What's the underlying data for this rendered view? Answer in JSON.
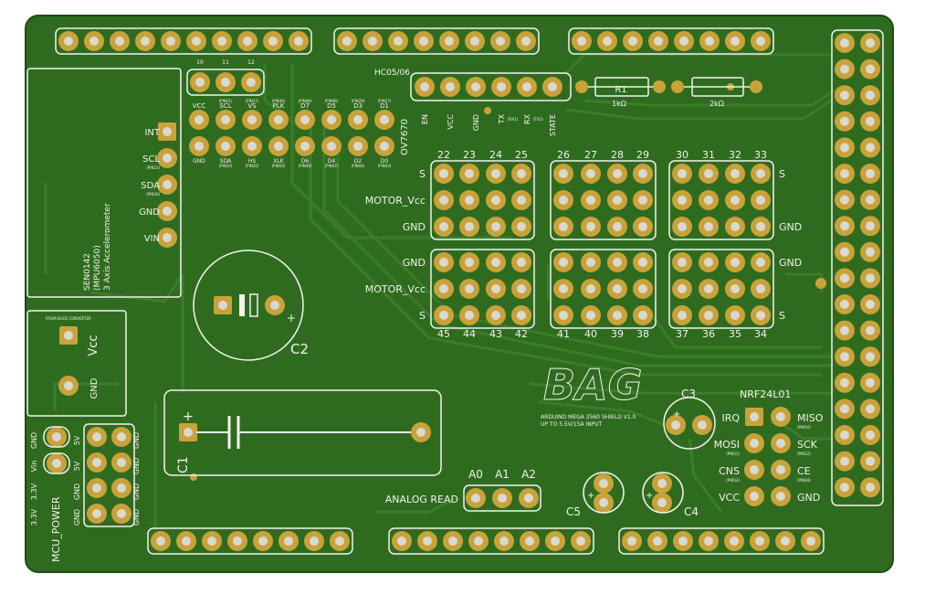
{
  "colors": {
    "board": "#2f6b1f",
    "copper": "#c9a23a",
    "silk": "#f2f2ee",
    "trace": "#3b7d28"
  },
  "modules": {
    "accel_lines": [
      "SEN0142",
      "(MPU6050)",
      "3 Axis Accelerometer"
    ],
    "accel_pins": [
      "INT",
      "SCL",
      "SDA",
      "GND",
      "VIN"
    ],
    "accel_pin_subs": [
      "",
      "(PIN21)",
      "(PIN20)",
      "",
      ""
    ],
    "camera_label": "OV7670",
    "camera_top": [
      "VCC",
      "SCL",
      "VS",
      "PLK",
      "D7",
      "D5",
      "D3",
      "D1"
    ],
    "camera_top_sub": [
      "",
      "(PIN21)",
      "(PIN27)",
      "(PIN36)",
      "(PIN48)",
      "(PIN46)",
      "(PIN29)",
      "(PIN27)"
    ],
    "camera_bot": [
      "GND",
      "SDA",
      "HS",
      "XLK",
      "D6",
      "D4",
      "D2",
      "D0"
    ],
    "camera_bot_sub": [
      "",
      "(PIN20)",
      "(PIN20)",
      "(PIN50)",
      "(PIN49)",
      "(PIN47)",
      "(PIN44)",
      "(PIN43)"
    ],
    "camera_jumper": [
      "10",
      "11",
      "12"
    ],
    "bt_title": "HC05/06",
    "bt_pins": [
      "EN",
      "VCC",
      "GND",
      "TX",
      "RX",
      "STATE"
    ],
    "bt_subs": [
      "",
      "",
      "",
      "(RX1)",
      "(TX1)",
      ""
    ],
    "r1": {
      "label": "R1",
      "value": "1kΩ"
    },
    "r2": {
      "value": "2kΩ"
    },
    "buck": {
      "note": "FROM BUCK CONVERTER",
      "vcc": "Vcc",
      "gnd": "GND"
    },
    "power": {
      "label": "MCU_POWER",
      "rows": [
        "GND",
        "Vin",
        "3.3V",
        "3.3V"
      ],
      "left": [
        "5V",
        "5V",
        "GND",
        "GND"
      ],
      "right": [
        "GND",
        "GND",
        "GND",
        "GND"
      ]
    },
    "caps": {
      "c1": "C1",
      "c2": "C2",
      "c3": "C3",
      "c4": "C4",
      "c5": "C5",
      "plus": "+"
    },
    "nrf_title": "NRF24L01",
    "nrf_left": [
      "IRQ",
      "MOSI",
      "CNS",
      "VCC"
    ],
    "nrf_left_sub": [
      "",
      "(PIN51)",
      "(PIN53)",
      ""
    ],
    "nrf_right": [
      "MISO",
      "SCK",
      "CE",
      "GND"
    ],
    "nrf_right_sub": [
      "(PIN50)",
      "(PIN52)",
      "(PIN48)",
      ""
    ],
    "analog": {
      "label": "ANALOG READ",
      "pins": [
        "A0",
        "A1",
        "A2"
      ]
    },
    "logo": {
      "mark": "BAG",
      "line1": "ARDUINO MEGA 2560 SHIELD V1.0",
      "line2": "UP TO 5.5V/15A INPUT"
    }
  },
  "servo": {
    "top_left_nums": [
      "22",
      "23",
      "24",
      "25"
    ],
    "top_mid_nums": [
      "26",
      "27",
      "28",
      "29"
    ],
    "top_right_nums": [
      "30",
      "31",
      "32",
      "33"
    ],
    "bot_left_nums": [
      "45",
      "44",
      "43",
      "42"
    ],
    "bot_mid_nums": [
      "41",
      "40",
      "39",
      "38"
    ],
    "bot_right_nums": [
      "37",
      "36",
      "35",
      "34"
    ],
    "rows_top": [
      "S",
      "MOTOR_Vcc",
      "GND"
    ],
    "rows_bot": [
      "GND",
      "MOTOR_Vcc",
      "S"
    ],
    "right_top": [
      "S",
      "",
      "GND"
    ],
    "right_bot": [
      "GND",
      "",
      "S"
    ]
  }
}
